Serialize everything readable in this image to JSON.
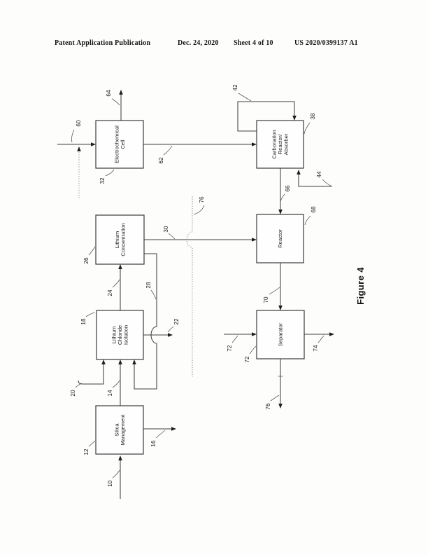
{
  "header": {
    "left": "Patent Application Publication",
    "date": "Dec. 24, 2020",
    "sheet": "Sheet 4 of 10",
    "pub_number": "US 2020/0399137 A1"
  },
  "figure_label": "Figure 4",
  "diagram": {
    "boxes": {
      "electrochemical_cell": {
        "lines": [
          "Electrochemical",
          "Cell"
        ]
      },
      "carbonation_reactor": {
        "lines": [
          "Carbonation",
          "Reactor/",
          "Absorber"
        ]
      },
      "lithium_concentration": {
        "lines": [
          "Lithium",
          "Concentration"
        ]
      },
      "reactor": {
        "lines": [
          "Reactor"
        ]
      },
      "lithium_chloride_isolation": {
        "lines": [
          "Lithium",
          "Chloride",
          "Isolation"
        ]
      },
      "separator": {
        "lines": [
          "Separator"
        ]
      },
      "silica_management": {
        "lines": [
          "Silica",
          "Management"
        ]
      }
    },
    "refs": {
      "10": "10",
      "12": "12",
      "14": "14",
      "16": "16",
      "18": "18",
      "20": "20",
      "22": "22",
      "24": "24",
      "26": "26",
      "28": "28",
      "30": "30",
      "32": "32",
      "38": "38",
      "42": "42",
      "44": "44",
      "60": "60",
      "62": "62",
      "64": "64",
      "66": "66",
      "68": "68",
      "70": "70",
      "72": "72",
      "74": "74",
      "76": "76"
    }
  }
}
